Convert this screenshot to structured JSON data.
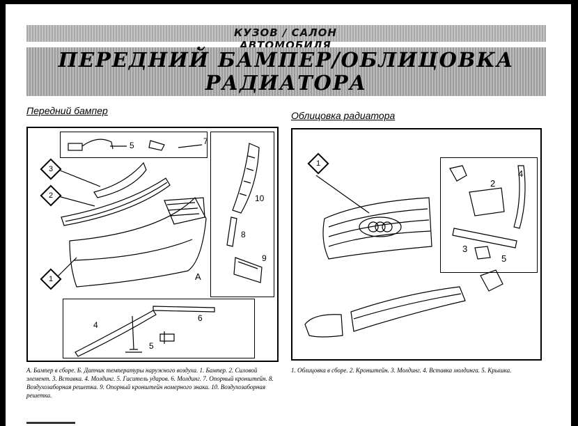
{
  "header": {
    "section": "КУЗОВ / САЛОН АВТОМОБИЛЯ",
    "title_line1": "ПЕРЕДНИЙ БАМПЕР/ОБЛИЦОВКА",
    "title_line2": "РАДИАТОРА"
  },
  "left": {
    "label": "Передний бампер",
    "callouts": {
      "n1": "1",
      "n2": "2",
      "n3": "3",
      "n4": "4",
      "n5a": "5",
      "n5b": "5",
      "n6": "6",
      "n7": "7",
      "n8": "8",
      "n9": "9",
      "n10": "10",
      "a": "A"
    },
    "caption": "А. Бампер в сборе. Б. Датчик температуры наружного воздуха. 1. Бампер. 2. Силовой элемент. 3. Вставка. 4. Молдинг. 5. Гаситель ударов. 6. Молдинг. 7. Опорный кронштейн. 8. Воздухозаборная решетка. 9. Опорный кронштейн номерного знака. 10. Воздухозаборная решетка."
  },
  "right": {
    "label": "Облицовка радиатора",
    "callouts": {
      "n1": "1",
      "n2": "2",
      "n3": "3",
      "n4": "4",
      "n5": "5"
    },
    "caption": "1. Облицовка в сборе. 2. Кронштейн. 3. Молдинг. 4. Вставка молдинга. 5. Крышка."
  }
}
